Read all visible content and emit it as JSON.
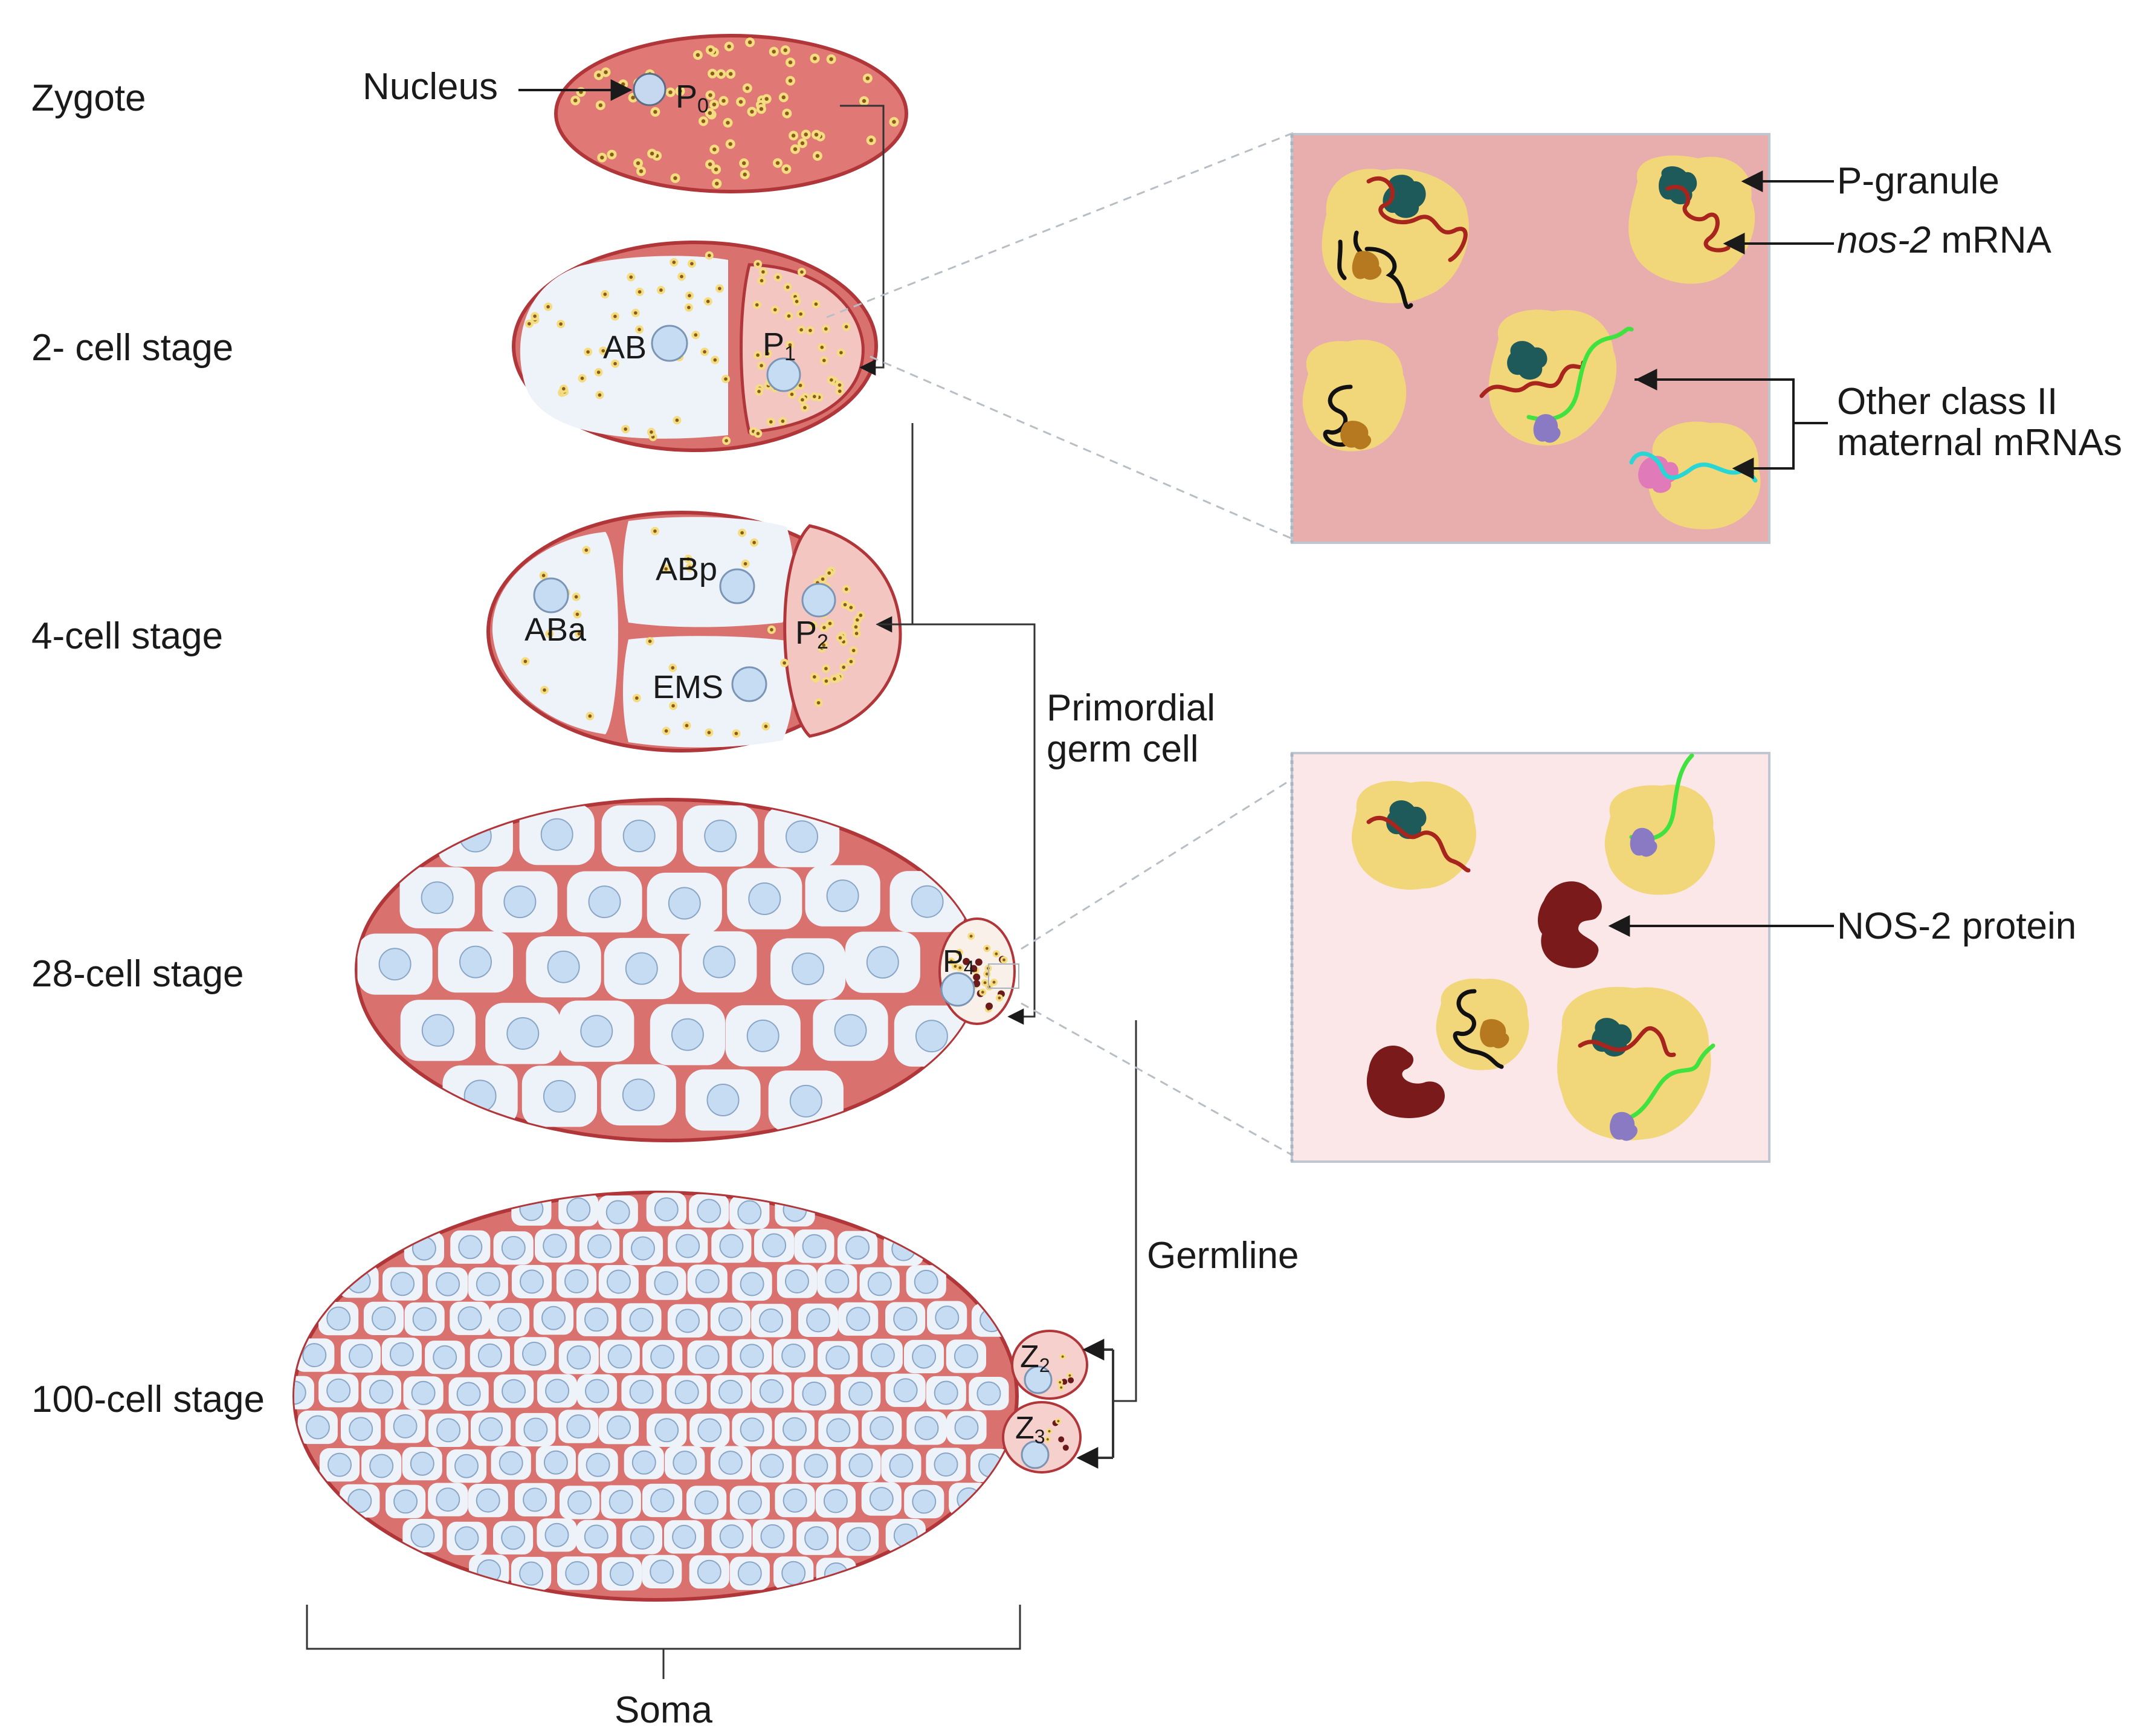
{
  "stages": [
    {
      "key": "zygote",
      "label": "Zygote"
    },
    {
      "key": "two_cell",
      "label": "2- cell stage"
    },
    {
      "key": "four_cell",
      "label": "4-cell stage"
    },
    {
      "key": "cell28",
      "label": "28-cell stage"
    },
    {
      "key": "cell100",
      "label": "100-cell stage"
    }
  ],
  "cells": {
    "zygote": {
      "nucleus_label": "Nucleus",
      "p0_main": "P",
      "p0_sub": "0"
    },
    "two_cell": {
      "ab": "AB",
      "p1_main": "P",
      "p1_sub": "1"
    },
    "four_cell": {
      "aba": "ABa",
      "abp": "ABp",
      "ems": "EMS",
      "p2_main": "P",
      "p2_sub": "2"
    },
    "cell28": {
      "p4_main": "P",
      "p4_sub": "4"
    },
    "cell100": {
      "z2_main": "Z",
      "z2_sub": "2",
      "z3_main": "Z",
      "z3_sub": "3"
    }
  },
  "annotations": {
    "primordial_line1": "Primordial",
    "primordial_line2": "germ cell",
    "germline": "Germline",
    "soma": "Soma"
  },
  "inset_top": {
    "p_granule": "P-granule",
    "nos2_italic": "nos-2",
    "nos2_rest": " mRNA",
    "other_line1": "Other class II",
    "other_line2": "maternal mRNAs"
  },
  "inset_bottom": {
    "nos2_protein": "NOS-2 protein"
  },
  "colors": {
    "embryo_fill": "#d9726e",
    "embryo_stroke": "#b0363a",
    "cell_fill": "#eef3fa",
    "nucleus": "#c6dcf3",
    "germ_cell": "#f6d0cc",
    "granule": "#f2d87a",
    "inset_top_bg": "#e8aeae",
    "inset_bottom_bg": "#fbe7e7",
    "nos2_mrna": "#a8251d",
    "other_mrna_green": "#3fe23f",
    "other_mrna_cyan": "#29d6d6",
    "protein": "#7a1a1a"
  }
}
